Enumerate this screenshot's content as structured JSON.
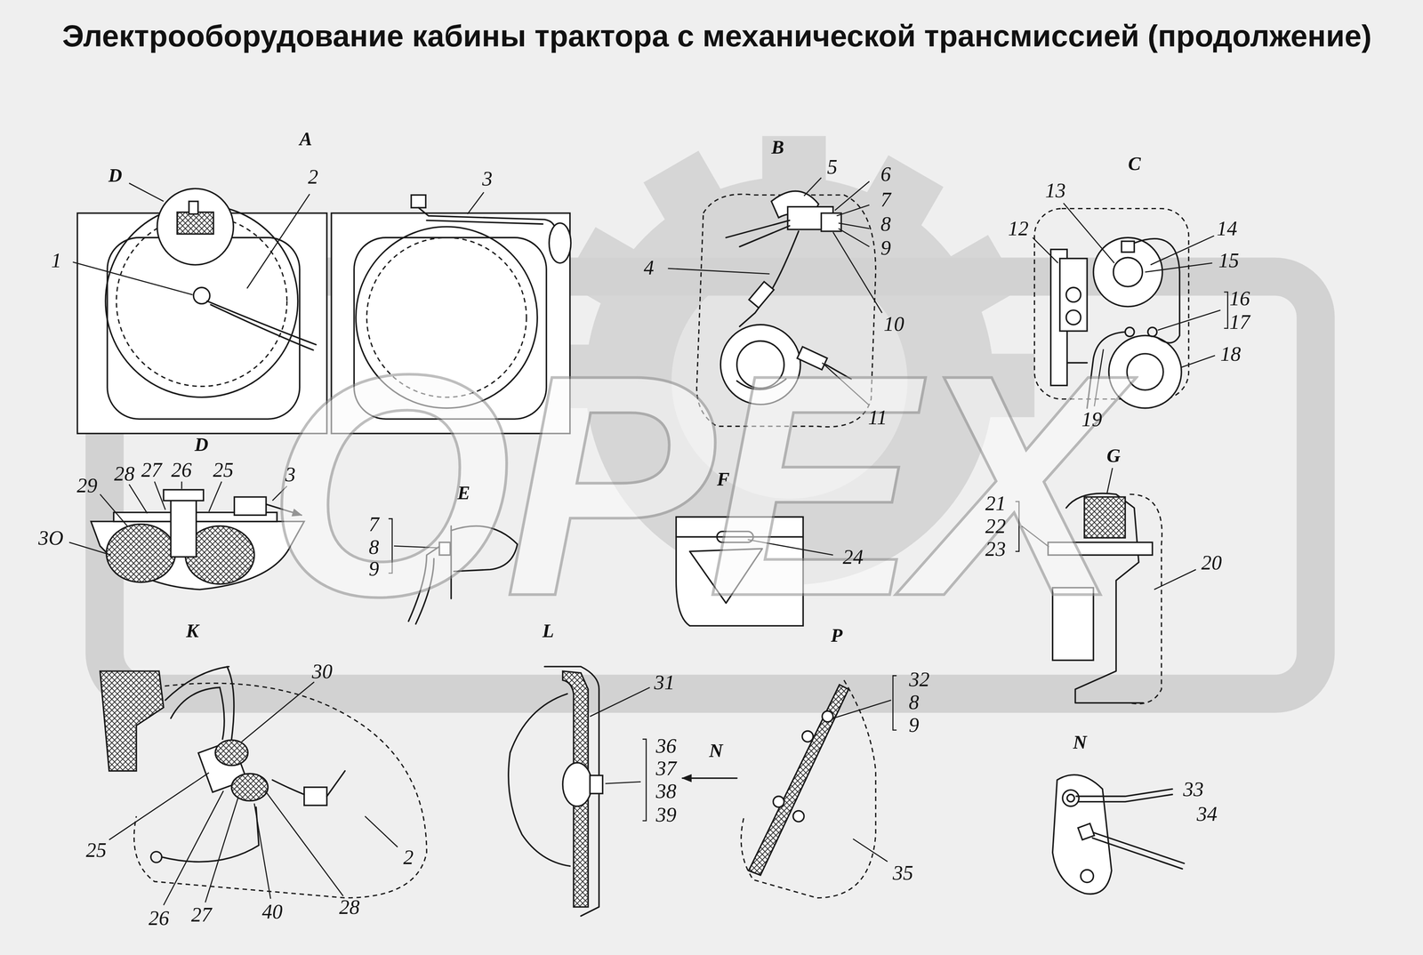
{
  "diagram": {
    "title": "Электрооборудование кабины трактора с механической трансмиссией (продолжение)",
    "labels": [
      "OPEX",
      "A",
      "D",
      "2",
      "3",
      "1",
      "B",
      "5",
      "6",
      "7",
      "8",
      "9",
      "4",
      "10",
      "11",
      "C",
      "13",
      "12",
      "14",
      "15",
      "16",
      "17",
      "18",
      "19",
      "D",
      "28",
      "27",
      "26",
      "25",
      "3",
      "29",
      "3O",
      "E",
      "7",
      "8",
      "9",
      "F",
      "24",
      "G",
      "21",
      "22",
      "23",
      "20",
      "K",
      "30",
      "25",
      "26",
      "27",
      "40",
      "28",
      "2",
      "L",
      "31",
      "36",
      "37",
      "38",
      "39",
      "N",
      "P",
      "32",
      "8",
      "9",
      "35",
      "N",
      "33",
      "34"
    ]
  }
}
